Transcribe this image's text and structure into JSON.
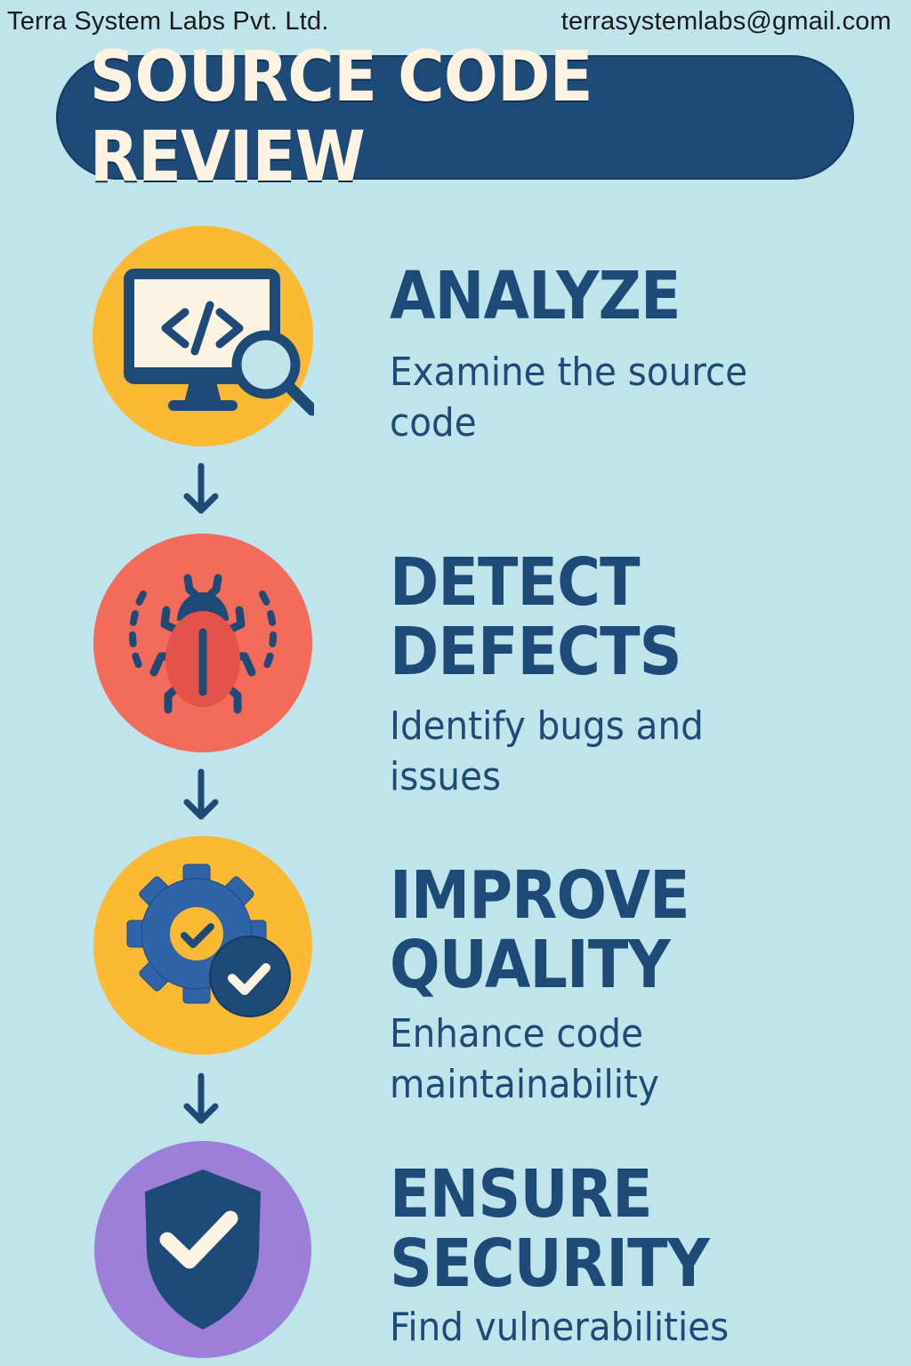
{
  "header": {
    "company": "Terra System Labs Pvt. Ltd.",
    "email": "terrasystemlabs@gmail.com",
    "title": "SOURCE CODE REVIEW"
  },
  "colors": {
    "background": "#bfe4ec",
    "navy": "#1e4a78",
    "cream": "#fdf3e3",
    "yellow": "#fbb934",
    "red": "#f26b5b",
    "purple": "#9b7fd9",
    "gear_blue": "#2f64a8"
  },
  "steps": [
    {
      "title_line1": "ANALYZE",
      "title_line2": "",
      "desc_line1": "Examine the source",
      "desc_line2": "code",
      "icon": "monitor-code-magnifier-icon",
      "circle_color": "#fbb934"
    },
    {
      "title_line1": "DETECT",
      "title_line2": "DEFECTS",
      "desc_line1": "Identify bugs and",
      "desc_line2": "issues",
      "icon": "bug-icon",
      "circle_color": "#f26b5b"
    },
    {
      "title_line1": "IMPROVE",
      "title_line2": "QUALITY",
      "desc_line1": "Enhance code",
      "desc_line2": "maintainability",
      "icon": "gear-check-icon",
      "circle_color": "#fbb934"
    },
    {
      "title_line1": "ENSURE",
      "title_line2": "SECURITY",
      "desc_line1": "Find vulnerabilities",
      "desc_line2": "",
      "icon": "shield-check-icon",
      "circle_color": "#9b7fd9"
    }
  ],
  "arrows": [
    "arrow-down-icon",
    "arrow-down-icon",
    "arrow-down-icon"
  ]
}
